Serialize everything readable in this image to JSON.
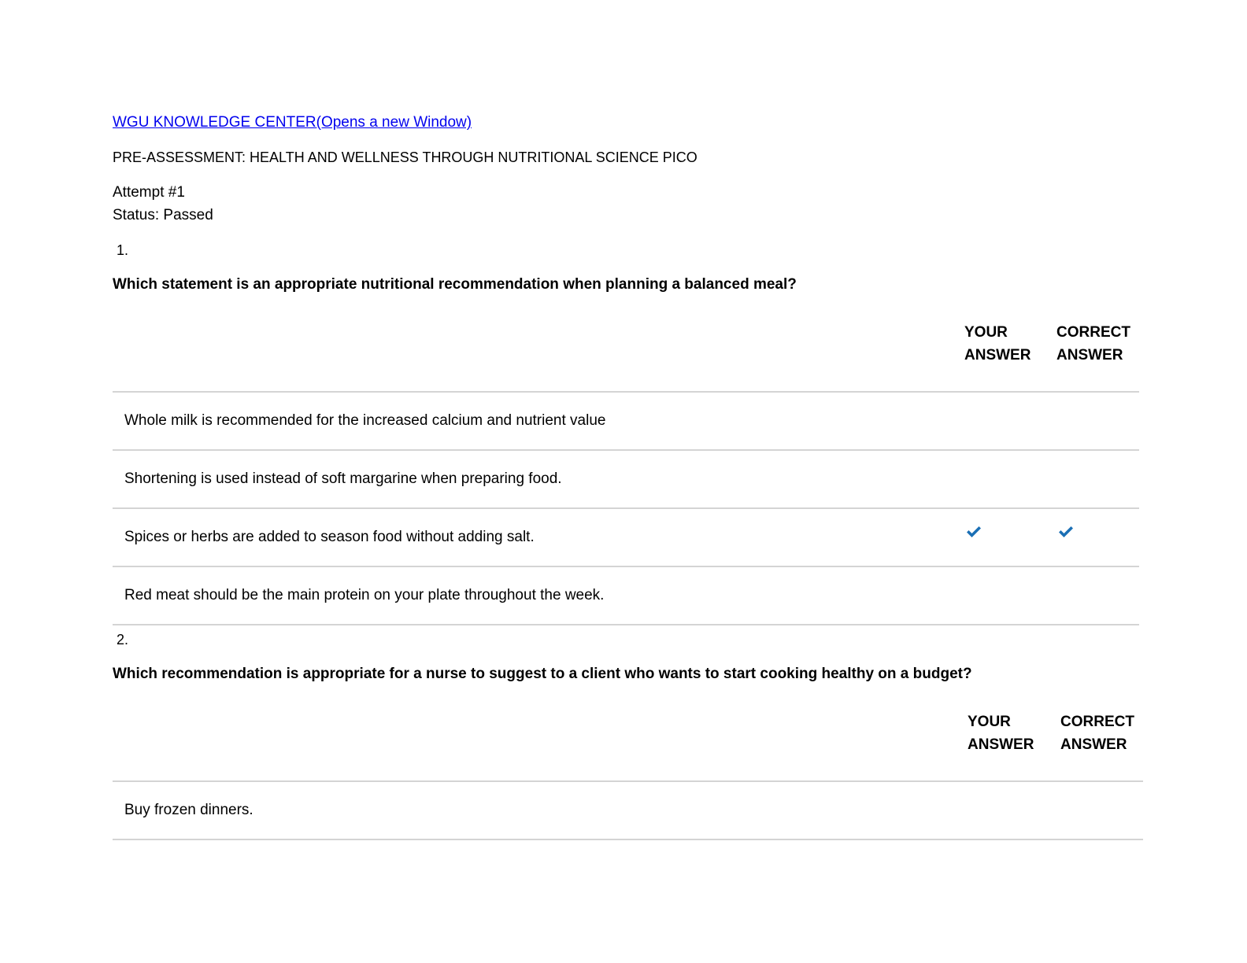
{
  "header": {
    "link_text": "WGU KNOWLEDGE CENTER(Opens a new Window)",
    "assessment_title": "PRE-ASSESSMENT: HEALTH AND WELLNESS THROUGH NUTRITIONAL SCIENCE PICO",
    "attempt": "Attempt #1",
    "status": "Status: Passed"
  },
  "table_headers": {
    "your_answer_line1": "YOUR",
    "your_answer_line2": "ANSWER",
    "correct_answer_line1": "CORRECT",
    "correct_answer_line2": "ANSWER"
  },
  "questions": [
    {
      "number": "1.",
      "text": "Which statement is an appropriate nutritional recommendation when planning a balanced meal?",
      "options": [
        {
          "text": "Whole milk is recommended for the increased calcium and nutrient value",
          "your_answer": false,
          "correct_answer": false
        },
        {
          "text": "Shortening is used instead of soft margarine when preparing food.",
          "your_answer": false,
          "correct_answer": false
        },
        {
          "text": "Spices or herbs are added to season food without adding salt.",
          "your_answer": true,
          "correct_answer": true
        },
        {
          "text": "Red meat should be the main protein on your plate throughout the week.",
          "your_answer": false,
          "correct_answer": false
        }
      ]
    },
    {
      "number": "2.",
      "text": "Which recommendation is appropriate for a nurse to suggest to a client who wants to start cooking healthy on a budget?",
      "options": [
        {
          "text": "Buy frozen dinners.",
          "your_answer": false,
          "correct_answer": false
        }
      ]
    }
  ],
  "icons": {
    "check": "checkmark-icon"
  },
  "colors": {
    "link": "#0000ee",
    "check": "#1a6fb5",
    "divider": "#d4d4d4"
  }
}
